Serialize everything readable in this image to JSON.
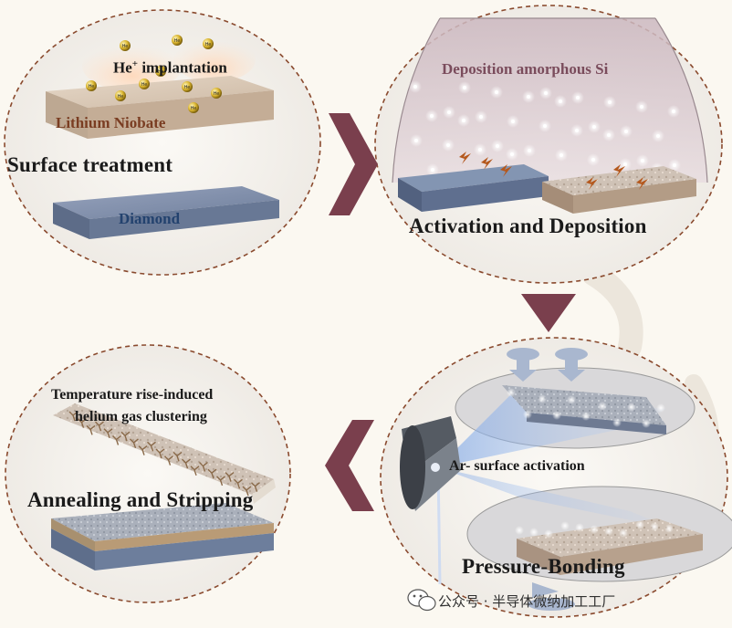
{
  "panels": {
    "surface": {
      "title": "Surface treatment",
      "implant_label": "He",
      "implant_sup": "+",
      "implant_rest": " implantation",
      "ln_label": "Lithium Niobate",
      "diamond_label": "Diamond",
      "ion_symbol": "He"
    },
    "deposition": {
      "title": "Activation and Deposition",
      "cloud_label": "Deposition amorphous Si"
    },
    "bonding": {
      "title": "Pressure-Bonding",
      "activation_label": "Ar- surface activation"
    },
    "annealing": {
      "title": "Annealing and Stripping",
      "note_line1": "Temperature rise-induced",
      "note_line2": "helium gas clustering"
    }
  },
  "watermark": {
    "text": "公众号 · 半导体微纳加工工厂"
  },
  "colors": {
    "circle_border": "#8a4a2e",
    "arrow": "#7a3f4d",
    "ln_text": "#7a3d22",
    "diamond_text": "#23426e",
    "cloud_text": "#7a4c5c"
  }
}
